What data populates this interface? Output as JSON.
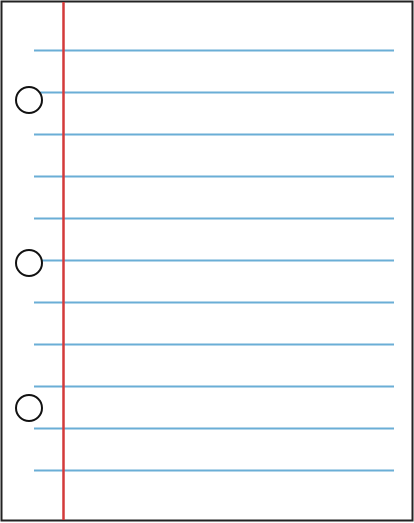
{
  "sheet": {
    "kind": "loose-leaf ruled notebook paper",
    "ruled_line_count": 11,
    "punch_hole_count": 3,
    "colors": {
      "paper": "#ffffff",
      "border": "#222222",
      "ruled_line": "#6aaed6",
      "margin_line": "#d33a3a",
      "hole_outline": "#111111"
    }
  }
}
